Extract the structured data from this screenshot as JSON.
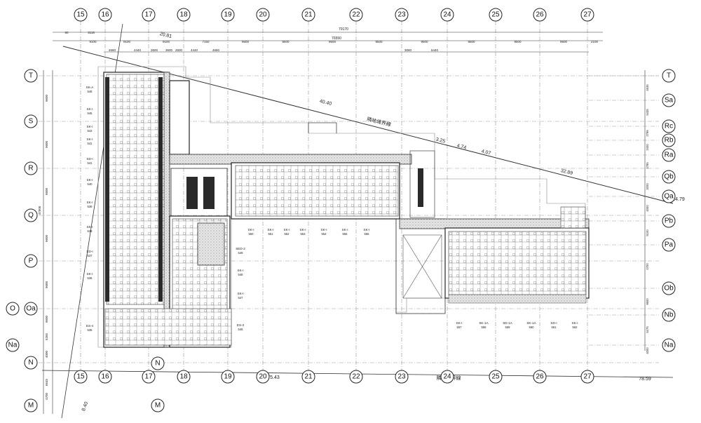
{
  "grid": {
    "top_columns": [
      "15",
      "16",
      "17",
      "18",
      "19",
      "20",
      "21",
      "22",
      "23",
      "24",
      "25",
      "26",
      "27"
    ],
    "bottom_columns": [
      "15",
      "16",
      "17",
      "18",
      "19",
      "20",
      "21",
      "22",
      "23",
      "24",
      "25",
      "26",
      "27"
    ],
    "bottom_extra": [
      "N",
      "M"
    ],
    "left_rows": [
      "T",
      "S",
      "R",
      "Q",
      "P",
      "O",
      "Oa",
      "Na",
      "N",
      "M"
    ],
    "right_rows": [
      "T",
      "Sa",
      "Rc",
      "Rb",
      "Ra",
      "Qb",
      "Qa",
      "Pb",
      "Pa",
      "Ob",
      "Nb",
      "Na"
    ]
  },
  "dimensions": {
    "overall_top": "79170",
    "overall_second": "76550",
    "left_small_1": "60",
    "left_small_2": "3115",
    "col_spans": [
      "9100",
      "9100",
      "9100",
      "7150",
      "9500",
      "9500",
      "9500",
      "9500",
      "9500",
      "9500",
      "9500",
      "9500",
      "2100"
    ],
    "sub_spans": [
      "4660",
      "4440",
      "3600",
      "3600",
      "2600",
      "4440",
      "4660",
      "3060",
      "6440"
    ],
    "left_vertical": [
      "9600",
      "9600",
      "9600",
      "9600",
      "9600",
      "9600",
      "5265",
      "4000",
      "6645",
      "4700"
    ],
    "right_vertical": [
      "4635",
      "5435",
      "2795",
      "2400",
      "4785",
      "3200",
      "4000",
      "5100",
      "4700",
      "9500",
      "5475",
      "4000"
    ],
    "overall_left": "47500"
  },
  "site_line": {
    "label_top": "隣地境界線",
    "label_bottom": "隣地境界線",
    "values": [
      "20.81",
      "40.40",
      "3.25",
      "4.74",
      "4.07",
      "32.89",
      "14.79",
      "75.43",
      "78.59",
      "8.40"
    ]
  },
  "room_labels_left": [
    {
      "code": "SK-A",
      "no": "546"
    },
    {
      "code": "SK-I",
      "no": "545"
    },
    {
      "code": "SK-I",
      "no": "543"
    },
    {
      "code": "SK-I",
      "no": "541"
    },
    {
      "code": "SD-I",
      "no": "541"
    },
    {
      "code": "SK-I",
      "no": "540"
    },
    {
      "code": "SK-I",
      "no": "539"
    },
    {
      "code": "SK-I",
      "no": "538"
    },
    {
      "code": "SD-I",
      "no": "537"
    },
    {
      "code": "SK-I",
      "no": "536"
    },
    {
      "code": "ES-4",
      "no": "535"
    }
  ],
  "room_labels_mid": [
    {
      "code": "SED-2",
      "no": "549"
    },
    {
      "code": "SK-I",
      "no": "548"
    },
    {
      "code": "SK-I",
      "no": "547"
    },
    {
      "code": "ES-3",
      "no": "546"
    }
  ],
  "room_labels_center": [
    {
      "code": "SK-I",
      "no": "550"
    },
    {
      "code": "SK-I",
      "no": "551"
    },
    {
      "code": "SK-I",
      "no": "552"
    },
    {
      "code": "SK-I",
      "no": "553"
    },
    {
      "code": "SK-I",
      "no": "554"
    },
    {
      "code": "SK-I",
      "no": "555"
    },
    {
      "code": "SK-I",
      "no": "556"
    }
  ],
  "room_labels_right": [
    {
      "code": "SK-I",
      "no": "557"
    },
    {
      "code": "SK-1A",
      "no": "558"
    },
    {
      "code": "SD-1A",
      "no": "559"
    },
    {
      "code": "SK-1A",
      "no": "560"
    },
    {
      "code": "SD-I",
      "no": "561"
    },
    {
      "code": "SK-I",
      "no": "562"
    }
  ]
}
